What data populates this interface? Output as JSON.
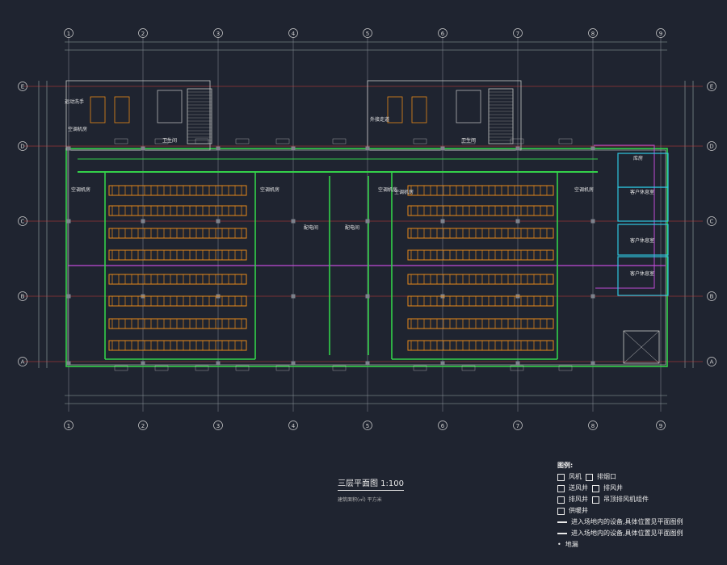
{
  "drawing": {
    "title": "三层平面图 1:100",
    "subtitle": "建筑面积(㎡) 平方米",
    "axes_x": [
      "1",
      "2",
      "3",
      "4",
      "5",
      "6",
      "7",
      "8",
      "9"
    ],
    "axes_y": [
      "E",
      "D",
      "C",
      "B",
      "A"
    ],
    "top_labels": [
      "运动洗手",
      "空调机房",
      "外接走道",
      "卫生间",
      "卫生间",
      "空调机房"
    ],
    "room_labels": [
      "空调机房",
      "空调机房",
      "配电间",
      "配电间",
      "空调机房",
      "空调机房",
      "库房",
      "客户休息室",
      "客户休息室",
      "客户休息室"
    ],
    "colors": {
      "background": "#1f2430",
      "wall": "#33d14a",
      "furniture": "#e88a1a",
      "axis": "#d23b3b",
      "cyan": "#2ec7e0",
      "magenta": "#c04bd8",
      "text": "#e8e8e8"
    }
  },
  "legend": {
    "header": "图例:",
    "items": [
      {
        "a": "风机",
        "b": "排烟口"
      },
      {
        "a": "送风井",
        "b": "排风井"
      },
      {
        "a": "排风井",
        "b": "吊顶排风机组件"
      },
      {
        "a": "供暖井",
        "b": ""
      }
    ],
    "notes": [
      "进入场地内的设备,具体位置见平面图例",
      "进入场地内的设备,具体位置见平面图例",
      "地漏"
    ]
  }
}
